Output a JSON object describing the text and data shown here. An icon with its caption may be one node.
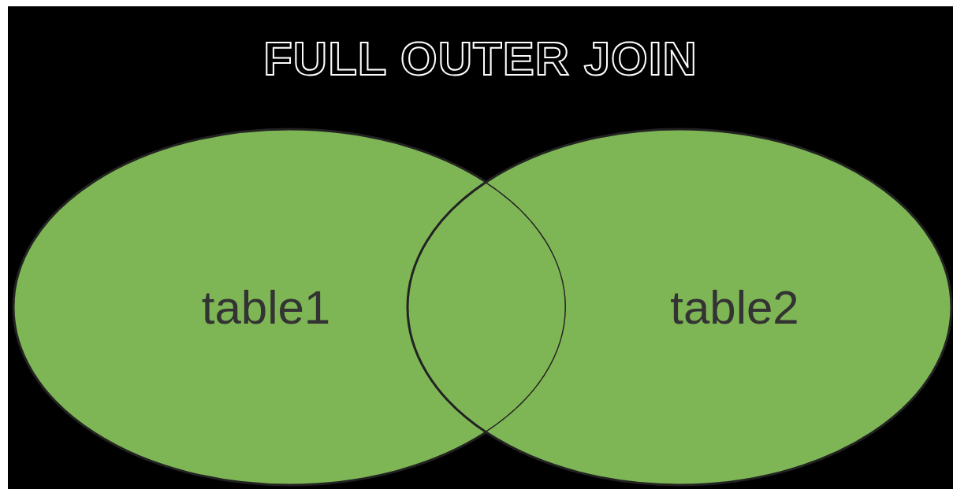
{
  "diagram": {
    "title": "FULL OUTER JOIN",
    "nodes": [
      {
        "text": [
          "table1"
        ]
      },
      {
        "text": [
          "table2"
        ]
      }
    ],
    "edges": []
  }
}
